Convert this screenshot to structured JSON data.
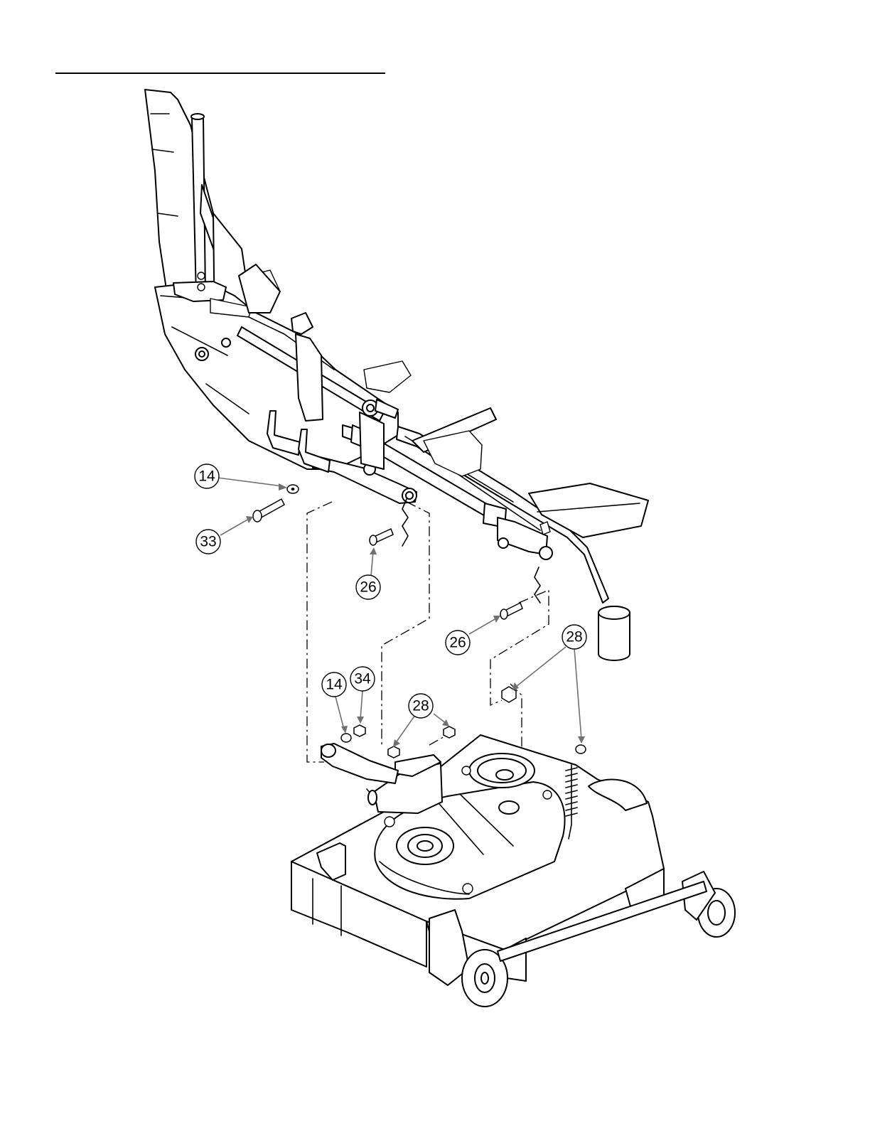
{
  "callouts": [
    {
      "id": "c1",
      "label": "14"
    },
    {
      "id": "c2",
      "label": "33"
    },
    {
      "id": "c3",
      "label": "26"
    },
    {
      "id": "c4",
      "label": "26"
    },
    {
      "id": "c5",
      "label": "28"
    },
    {
      "id": "c6",
      "label": "14"
    },
    {
      "id": "c7",
      "label": "34"
    },
    {
      "id": "c8",
      "label": "28"
    }
  ],
  "colors": {
    "line": "#000000",
    "leader": "#707070",
    "background": "#ffffff"
  }
}
